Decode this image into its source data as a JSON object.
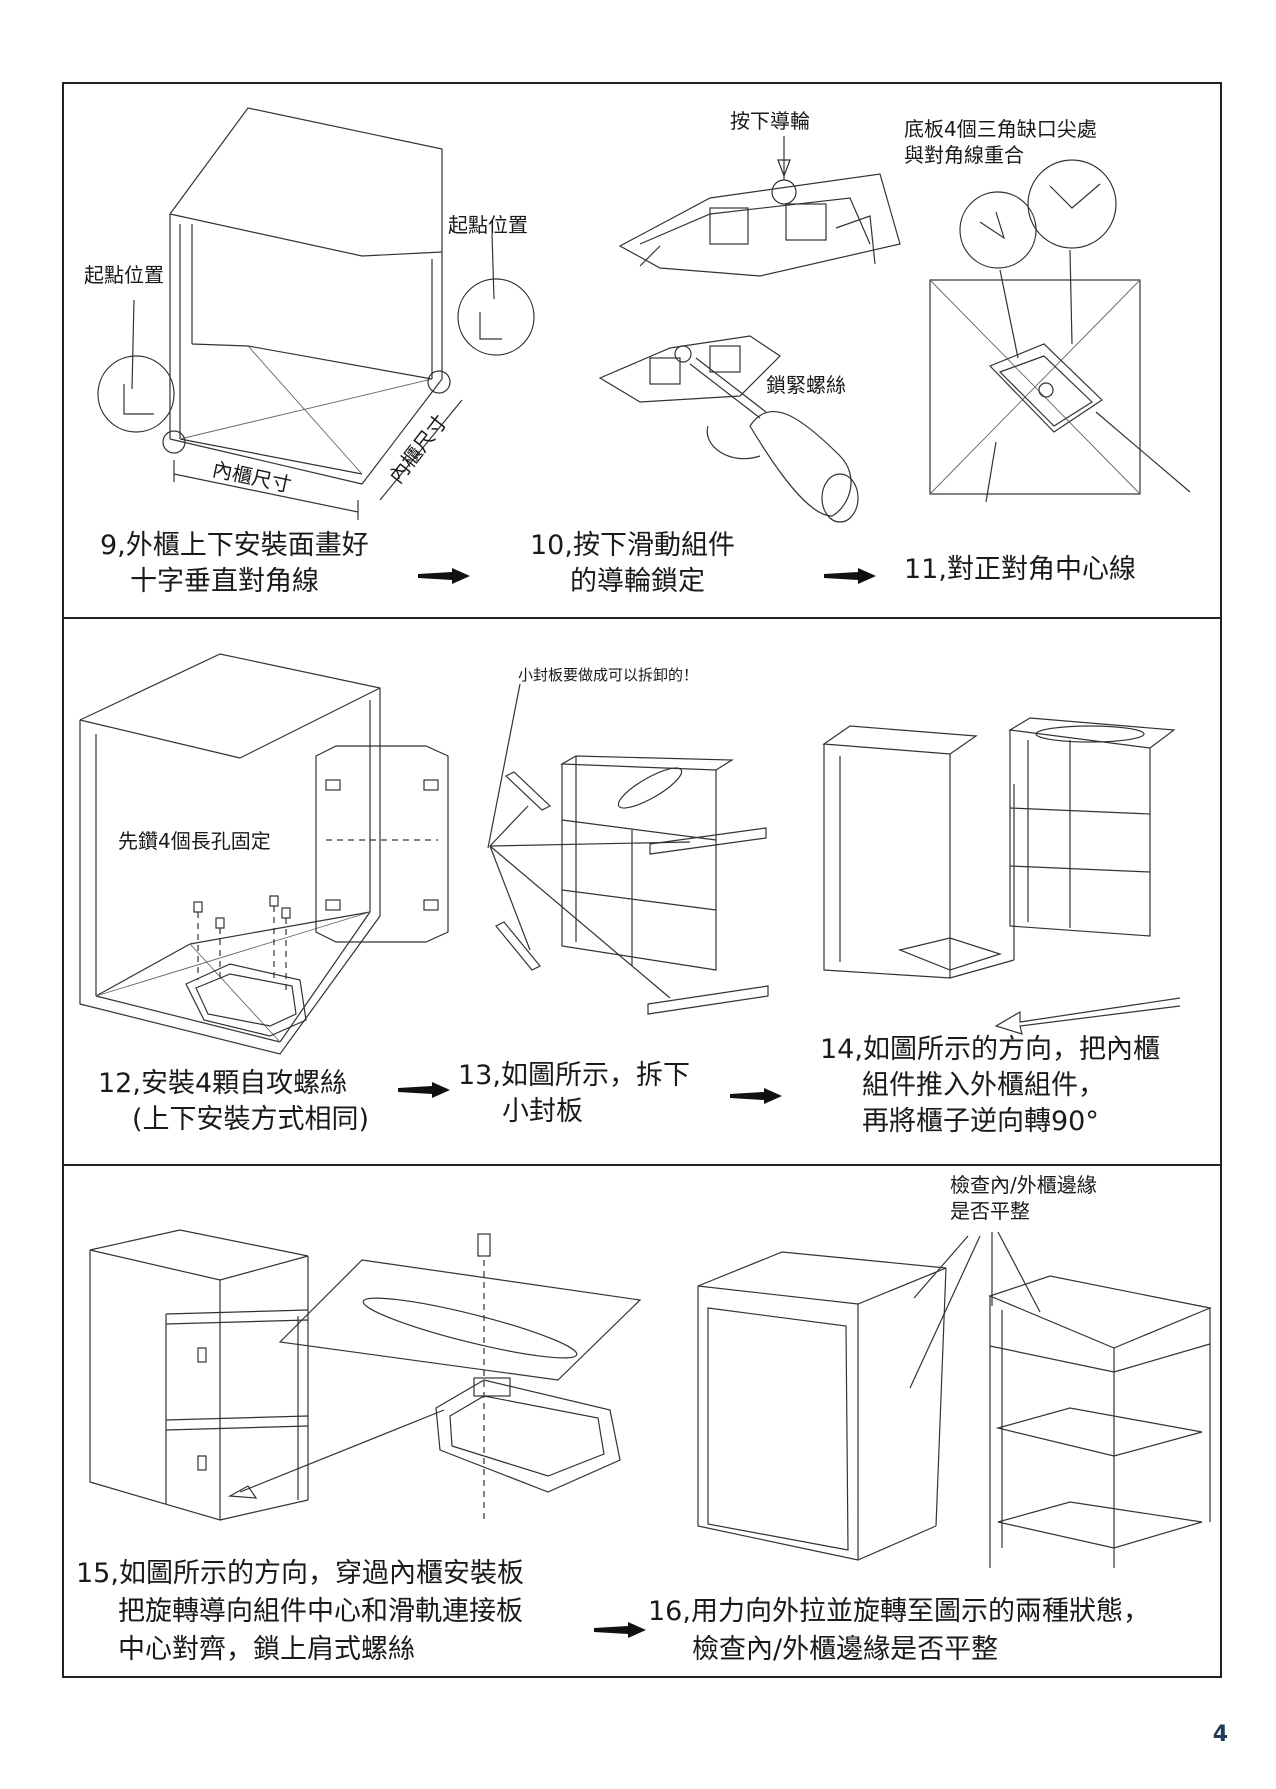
{
  "page_number": "4",
  "row1": {
    "step9": {
      "start_left": "起點位置",
      "start_right": "起點位置",
      "inner_width": "內櫃尺寸",
      "inner_depth": "內櫃尺寸",
      "caption_line1": "9,外櫃上下安裝面畫好",
      "caption_line2": "十字垂直對角線"
    },
    "step10": {
      "press_wheel": "按下導輪",
      "tighten_screw": "鎖緊螺絲",
      "caption_line1": "10,按下滑動組件",
      "caption_line2": "的導輪鎖定"
    },
    "step11": {
      "notch_note_line1": "底板4個三角缺口尖處",
      "notch_note_line2": "與對角線重合",
      "caption": "11,對正對角中心線"
    }
  },
  "row2": {
    "step12": {
      "drill_note": "先鑽4個長孔固定",
      "caption_line1": "12,安裝4顆自攻螺絲",
      "caption_line2": "(上下安裝方式相同)"
    },
    "step13": {
      "removable_note": "小封板要做成可以拆卸的！",
      "caption_line1": "13,如圖所示，拆下",
      "caption_line2": "小封板"
    },
    "step14": {
      "caption_line1": "14,如圖所示的方向，把內櫃",
      "caption_line2": "組件推入外櫃組件，",
      "caption_line3": "再將櫃子逆向轉90°"
    }
  },
  "row3": {
    "step15": {
      "caption_line1": "15,如圖所示的方向，穿過內櫃安裝板",
      "caption_line2": "把旋轉導向組件中心和滑軌連接板",
      "caption_line3": "中心對齊，鎖上肩式螺絲"
    },
    "step16": {
      "check_note_line1": "檢查內/外櫃邊緣",
      "check_note_line2": "是否平整",
      "caption_line1": "16,用力向外拉並旋轉至圖示的兩種狀態，",
      "caption_line2": "檢查內/外櫃邊緣是否平整"
    }
  },
  "icons": [
    "next-arrow-icon",
    "screwdriver-icon",
    "screw-icon",
    "magnifier-circle-icon"
  ],
  "colors": {
    "line": "#333333",
    "page_number": "#223a5a"
  }
}
